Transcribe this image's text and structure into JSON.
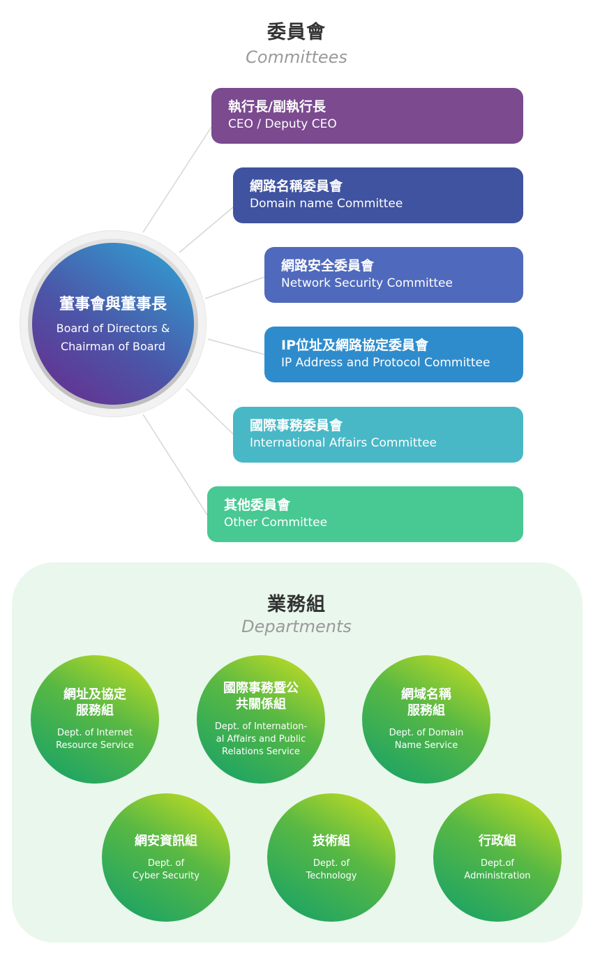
{
  "committees_section": {
    "title": "委員會",
    "subtitle": "Committees"
  },
  "board": {
    "zh": "董事會與董事長",
    "en": "Board of Directors & Chairman of Board"
  },
  "committees": [
    {
      "zh": "執行長/副執行長",
      "en": "CEO / Deputy CEO",
      "color": "#7b4a8f"
    },
    {
      "zh": "網路名稱委員會",
      "en": "Domain name Committee",
      "color": "#3f53a0"
    },
    {
      "zh": "網路安全委員會",
      "en": "Network Security Committee",
      "color": "#4f69bc"
    },
    {
      "zh": "IP位址及網路協定委員會",
      "en": "IP Address and Protocol Committee",
      "color": "#2f8ccc"
    },
    {
      "zh": "國際事務委員會",
      "en": "International Affairs Committee",
      "color": "#48b8c6"
    },
    {
      "zh": "其他委員會",
      "en": "Other Committee",
      "color": "#48c893"
    }
  ],
  "departments_section": {
    "title": "業務組",
    "subtitle": "Departments"
  },
  "departments": [
    {
      "zh": "網址及協定\n服務組",
      "en": "Dept. of Internet\nResource Service"
    },
    {
      "zh": "國際事務暨公\n共關係組",
      "en": "Dept. of Internation-\nal Affairs and Public\nRelations Service"
    },
    {
      "zh": "網域名稱\n服務組",
      "en": "Dept. of Domain\nName Service"
    },
    {
      "zh": "網安資訊組",
      "en": "Dept. of\nCyber Security"
    },
    {
      "zh": "技術組",
      "en": "Dept. of\nTechnology"
    },
    {
      "zh": "行政組",
      "en": "Dept.of\nAdministration"
    }
  ],
  "colors": {
    "connector": "#d6d6d6",
    "dept_panel": "#eaf7ec"
  }
}
